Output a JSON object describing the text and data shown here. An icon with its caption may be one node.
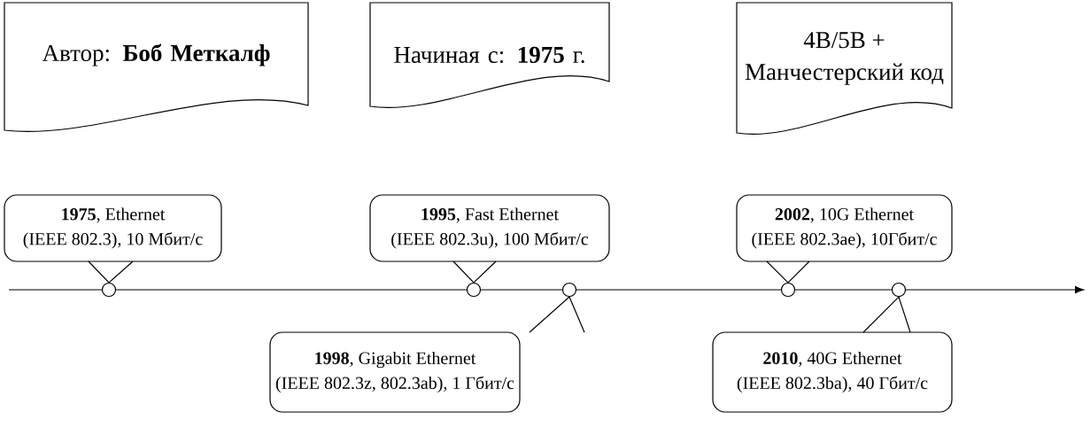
{
  "diagram": {
    "nodes": [
      {
        "text": [
          "Автор: **Боб Меткалф**"
        ]
      },
      {
        "text": [
          "Начиная с: **1975** г."
        ]
      },
      {
        "text": [
          "4B/5B + Манчестерский код"
        ]
      },
      {
        "text": [
          "**1975**, Ethernet (IEEE 802.3), 10 Мбит/с"
        ]
      },
      {
        "text": [
          "**1995**, Fast Ethernet (IEEE 802.3u), 100 Мбит/с"
        ]
      },
      {
        "text": [
          "**2002**, 10G Ethernet (IEEE 802.3ae), 10Гбит/с"
        ]
      },
      {
        "text": [],
        "shape": "circle"
      },
      {
        "text": [],
        "shape": "circle"
      },
      {
        "text": [],
        "shape": "circle"
      },
      {
        "text": [],
        "shape": "circle"
      },
      {
        "text": [],
        "shape": "circle"
      },
      {
        "text": [
          "**1998**, Gigabit Ethernet (IEEE 802.3z, 802.3ab), 1 Гбит/с"
        ]
      },
      {
        "text": [
          "**2010**, 40G Ethernet (IEEE 802.3ba), 40 Гбит/с"
        ]
      }
    ],
    "edges": [
      {
        "from": 3,
        "to": 6,
        "arrow": "none"
      },
      {
        "from": 4,
        "to": 7,
        "arrow": "none"
      },
      {
        "from": 5,
        "to": 9,
        "arrow": "none"
      },
      {
        "from": 11,
        "to": 8,
        "arrow": "none"
      },
      {
        "from": 12,
        "to": 10,
        "arrow": "none"
      }
    ]
  }
}
